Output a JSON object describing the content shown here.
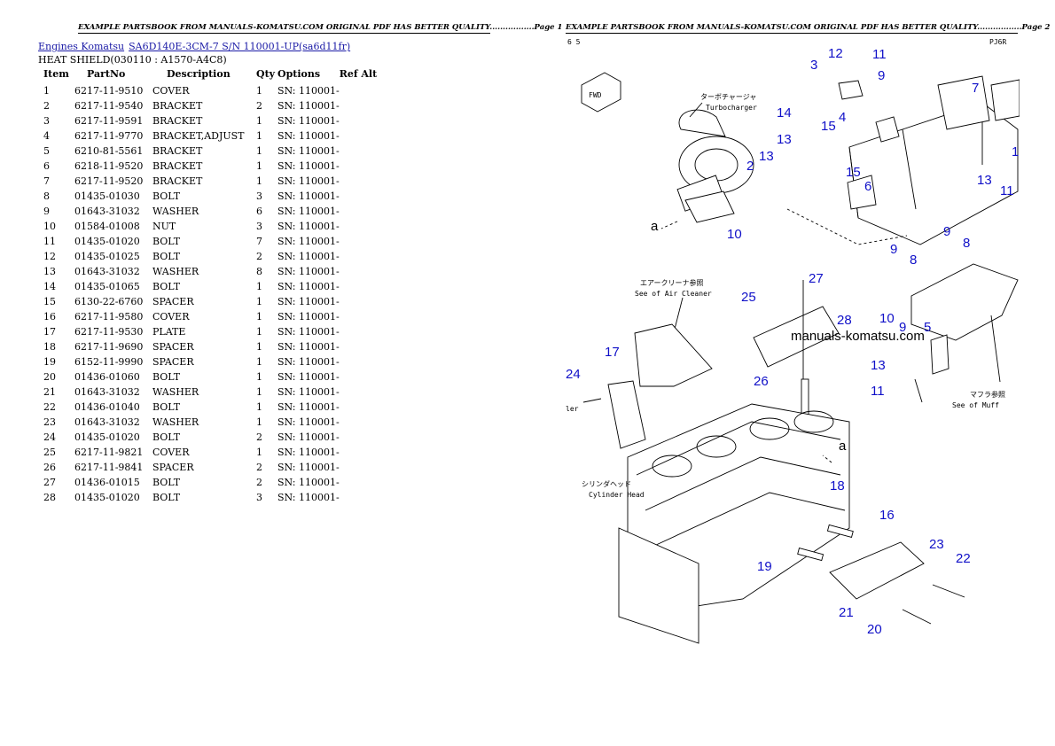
{
  "header": {
    "page1": "EXAMPLE PARTSBOOK FROM MANUALS-KOMATSU.COM ORIGINAL PDF HAS BETTER QUALITY.................Page 1",
    "page2": "EXAMPLE PARTSBOOK FROM MANUALS-KOMATSU.COM ORIGINAL PDF HAS BETTER QUALITY.................Page 2"
  },
  "breadcrumb": {
    "link1": "Engines Komatsu",
    "link2": "SA6D140E-3CM-7 S/N 110001-UP(sa6d11fr)"
  },
  "section_title": "HEAT SHIELD(030110 : A1570-A4C8)",
  "table": {
    "headers": {
      "item": "Item",
      "partno": "PartNo",
      "description": "Description",
      "qty": "Qty",
      "options": "Options",
      "refalt": "Ref Alt"
    },
    "rows": [
      {
        "item": "1",
        "partno": "6217-11-9510",
        "desc": "COVER",
        "qty": "1",
        "opt": "SN: 110001-"
      },
      {
        "item": "2",
        "partno": "6217-11-9540",
        "desc": "BRACKET",
        "qty": "2",
        "opt": "SN: 110001-"
      },
      {
        "item": "3",
        "partno": "6217-11-9591",
        "desc": "BRACKET",
        "qty": "1",
        "opt": "SN: 110001-"
      },
      {
        "item": "4",
        "partno": "6217-11-9770",
        "desc": "BRACKET,ADJUST",
        "qty": "1",
        "opt": "SN: 110001-"
      },
      {
        "item": "5",
        "partno": "6210-81-5561",
        "desc": "BRACKET",
        "qty": "1",
        "opt": "SN: 110001-"
      },
      {
        "item": "6",
        "partno": "6218-11-9520",
        "desc": "BRACKET",
        "qty": "1",
        "opt": "SN: 110001-"
      },
      {
        "item": "7",
        "partno": "6217-11-9520",
        "desc": "BRACKET",
        "qty": "1",
        "opt": "SN: 110001-"
      },
      {
        "item": "8",
        "partno": "01435-01030",
        "desc": "BOLT",
        "qty": "3",
        "opt": "SN: 110001-"
      },
      {
        "item": "9",
        "partno": "01643-31032",
        "desc": "WASHER",
        "qty": "6",
        "opt": "SN: 110001-"
      },
      {
        "item": "10",
        "partno": "01584-01008",
        "desc": "NUT",
        "qty": "3",
        "opt": "SN: 110001-"
      },
      {
        "item": "11",
        "partno": "01435-01020",
        "desc": "BOLT",
        "qty": "7",
        "opt": "SN: 110001-"
      },
      {
        "item": "12",
        "partno": "01435-01025",
        "desc": "BOLT",
        "qty": "2",
        "opt": "SN: 110001-"
      },
      {
        "item": "13",
        "partno": "01643-31032",
        "desc": "WASHER",
        "qty": "8",
        "opt": "SN: 110001-"
      },
      {
        "item": "14",
        "partno": "01435-01065",
        "desc": "BOLT",
        "qty": "1",
        "opt": "SN: 110001-"
      },
      {
        "item": "15",
        "partno": "6130-22-6760",
        "desc": "SPACER",
        "qty": "1",
        "opt": "SN: 110001-"
      },
      {
        "item": "16",
        "partno": "6217-11-9580",
        "desc": "COVER",
        "qty": "1",
        "opt": "SN: 110001-"
      },
      {
        "item": "17",
        "partno": "6217-11-9530",
        "desc": "PLATE",
        "qty": "1",
        "opt": "SN: 110001-"
      },
      {
        "item": "18",
        "partno": "6217-11-9690",
        "desc": "SPACER",
        "qty": "1",
        "opt": "SN: 110001-"
      },
      {
        "item": "19",
        "partno": "6152-11-9990",
        "desc": "SPACER",
        "qty": "1",
        "opt": "SN: 110001-"
      },
      {
        "item": "20",
        "partno": "01436-01060",
        "desc": "BOLT",
        "qty": "1",
        "opt": "SN: 110001-"
      },
      {
        "item": "21",
        "partno": "01643-31032",
        "desc": "WASHER",
        "qty": "1",
        "opt": "SN: 110001-"
      },
      {
        "item": "22",
        "partno": "01436-01040",
        "desc": "BOLT",
        "qty": "1",
        "opt": "SN: 110001-"
      },
      {
        "item": "23",
        "partno": "01643-31032",
        "desc": "WASHER",
        "qty": "1",
        "opt": "SN: 110001-"
      },
      {
        "item": "24",
        "partno": "01435-01020",
        "desc": "BOLT",
        "qty": "2",
        "opt": "SN: 110001-"
      },
      {
        "item": "25",
        "partno": "6217-11-9821",
        "desc": "COVER",
        "qty": "1",
        "opt": "SN: 110001-"
      },
      {
        "item": "26",
        "partno": "6217-11-9841",
        "desc": "SPACER",
        "qty": "2",
        "opt": "SN: 110001-"
      },
      {
        "item": "27",
        "partno": "01436-01015",
        "desc": "BOLT",
        "qty": "2",
        "opt": "SN: 110001-"
      },
      {
        "item": "28",
        "partno": "01435-01020",
        "desc": "BOLT",
        "qty": "3",
        "opt": "SN: 110001-"
      }
    ]
  },
  "diagram": {
    "watermark": "manuals-komatsu.com",
    "callouts": [
      "1",
      "2",
      "3",
      "4",
      "5",
      "6",
      "7",
      "8",
      "8",
      "9",
      "9",
      "9",
      "10",
      "10",
      "11",
      "11",
      "11",
      "12",
      "13",
      "13",
      "13",
      "13",
      "14",
      "15",
      "15",
      "16",
      "17",
      "18",
      "19",
      "20",
      "21",
      "22",
      "23",
      "24",
      "25",
      "26",
      "27",
      "28"
    ],
    "ref_letters": [
      "a",
      "a"
    ],
    "labels": {
      "turbo_jp": "ターボチャージャ",
      "turbo_en": "Turbocharger",
      "air_jp": "エアークリーナ参照",
      "air_en": "See of Air Cleaner",
      "muff_jp": "マフラ参照",
      "muff_en": "See of Muff",
      "cyl_jp": "シリンダヘッド",
      "cyl_en": "Cylinder Head",
      "ler": "ler",
      "fwd": "FWD",
      "corner_tl": "6 5",
      "corner_tr": "PJ6R"
    }
  }
}
